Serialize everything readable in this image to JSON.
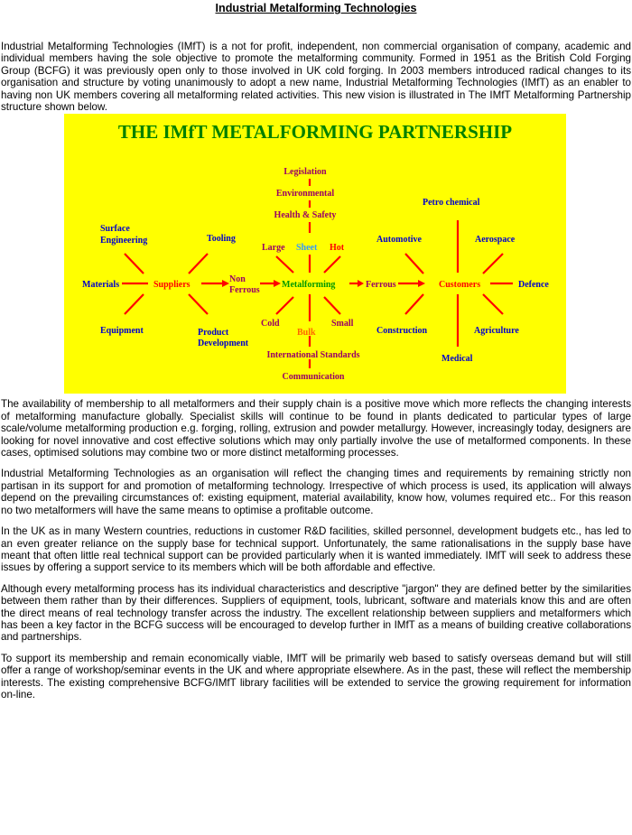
{
  "page": {
    "title": "Industrial Metalforming Technologies"
  },
  "paragraphs": {
    "intro": "Industrial Metalforming Technologies (IMfT) is a not for profit, independent, non commercial organisation of company, academic and individual members having the sole objective to promote the metalforming community. Formed in 1951 as the British Cold Forging Group (BCFG) it was previously open only to those involved in UK cold forging. In 2003 members introduced radical changes to its organisation and structure by voting unanimously to adopt a new name, Industrial Metalforming Technologies (IMfT) as an enabler to having non UK members covering all metalforming related activities. This new vision is illustrated in The IMfT Metalforming Partnership structure shown below.",
    "availability": "The availability of membership to all metalformers and their supply chain is a positive move which more reflects the changing interests of metalforming manufacture globally. Specialist skills will continue to be found in plants dedicated to particular types of large scale/volume metalforming production e.g. forging, rolling, extrusion and powder metallurgy. However, increasingly today, designers are looking for novel innovative and cost effective solutions which may only partially involve the use of metalformed components. In these cases, optimised solutions may combine two or more distinct metalforming processes.",
    "non_partisan": "Industrial Metalforming Technologies as an organisation will reflect the changing times and requirements by remaining strictly non partisan in its support for and promotion of metalforming technology. Irrespective of which process is used, its application will always depend on the prevailing circumstances of: existing equipment, material availability, know how, volumes required etc.. For this reason no two metalformers will have the same means to optimise a profitable outcome.",
    "uk_support": "In the UK as in many Western countries, reductions in customer R&D facilities, skilled personnel, development budgets etc., has led to an even greater reliance on the supply base for technical support. Unfortunately, the same rationalisations in the supply base have meant that often little real technical support can be provided particularly when it is wanted immediately. IMfT will seek to address these issues by offering a support service to its members which will be both affordable and effective.",
    "jargon": "Although every metalforming process has its individual characteristics and descriptive \"jargon\" they are defined better by the similarities between them rather than by their differences. Suppliers of equipment, tools, lubricant, software and materials know this and are often the direct means of real technology transfer across the industry. The excellent relationship between suppliers and metalformers which has been a key factor in the BCFG success will be encouraged to develop further in IMfT as a means of building creative collaborations and partnerships.",
    "web_based": "To support its membership and remain economically viable, IMfT will be primarily web based to satisfy overseas demand but will still offer a range of workshop/seminar events in the UK and where appropriate elsewhere. As in the past, these will reflect the membership interests. The existing comprehensive BCFG/IMfT library facilities will be extended to service the growing requirement for information on-line."
  },
  "diagram": {
    "title": "THE IMfT METALFORMING PARTNERSHIP",
    "colors": {
      "background": "#ffff00",
      "title": "#008000",
      "node_blue": "#0000cc",
      "node_red": "#ff0000",
      "node_purple": "#990066",
      "node_green": "#009900",
      "node_orange": "#ff6600",
      "sheet_blue": "#3399ff",
      "line": "#ff0000"
    },
    "labels": {
      "legislation": "Legislation",
      "environmental": "Environmental",
      "health_safety": "Health & Safety",
      "surface_engineering_1": "Surface",
      "surface_engineering_2": "Engineering",
      "tooling": "Tooling",
      "large": "Large",
      "sheet": "Sheet",
      "hot": "Hot",
      "automotive": "Automotive",
      "petro_chemical": "Petro chemical",
      "aerospace": "Aerospace",
      "materials": "Materials",
      "suppliers": "Suppliers",
      "non_ferrous_1": "Non",
      "non_ferrous_2": "Ferrous",
      "metalforming": "Metalforming",
      "ferrous": "Ferrous",
      "customers": "Customers",
      "defence": "Defence",
      "equipment": "Equipment",
      "product_development_1": "Product",
      "product_development_2": "Development",
      "cold": "Cold",
      "bulk": "Bulk",
      "small": "Small",
      "construction": "Construction",
      "agriculture": "Agriculture",
      "international_standards": "International Standards",
      "medical": "Medical",
      "communication": "Communication"
    }
  }
}
